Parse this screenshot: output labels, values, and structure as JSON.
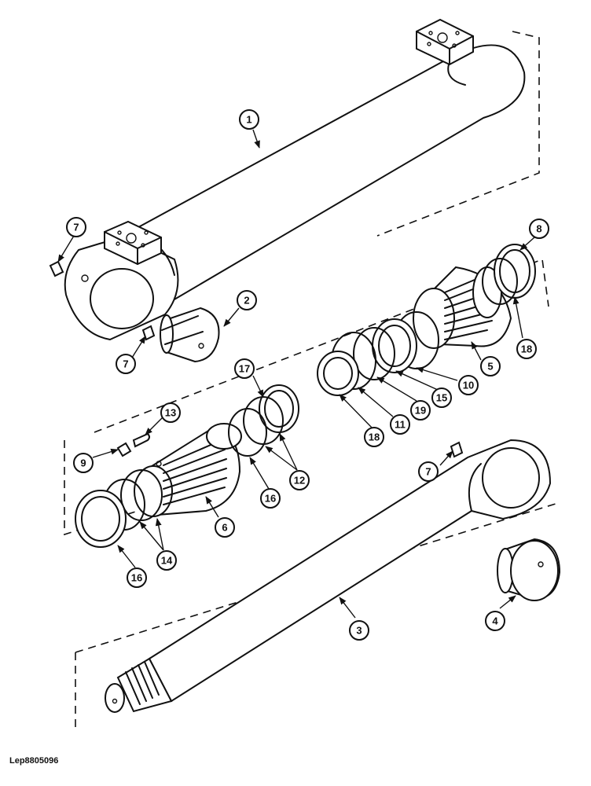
{
  "drawing_ref": "Lep8805096",
  "callouts": [
    "1",
    "7",
    "2",
    "7",
    "8",
    "5",
    "18",
    "10",
    "15",
    "19",
    "11",
    "18",
    "17",
    "13",
    "9",
    "12",
    "16",
    "6",
    "14",
    "16",
    "7",
    "3",
    "4"
  ]
}
